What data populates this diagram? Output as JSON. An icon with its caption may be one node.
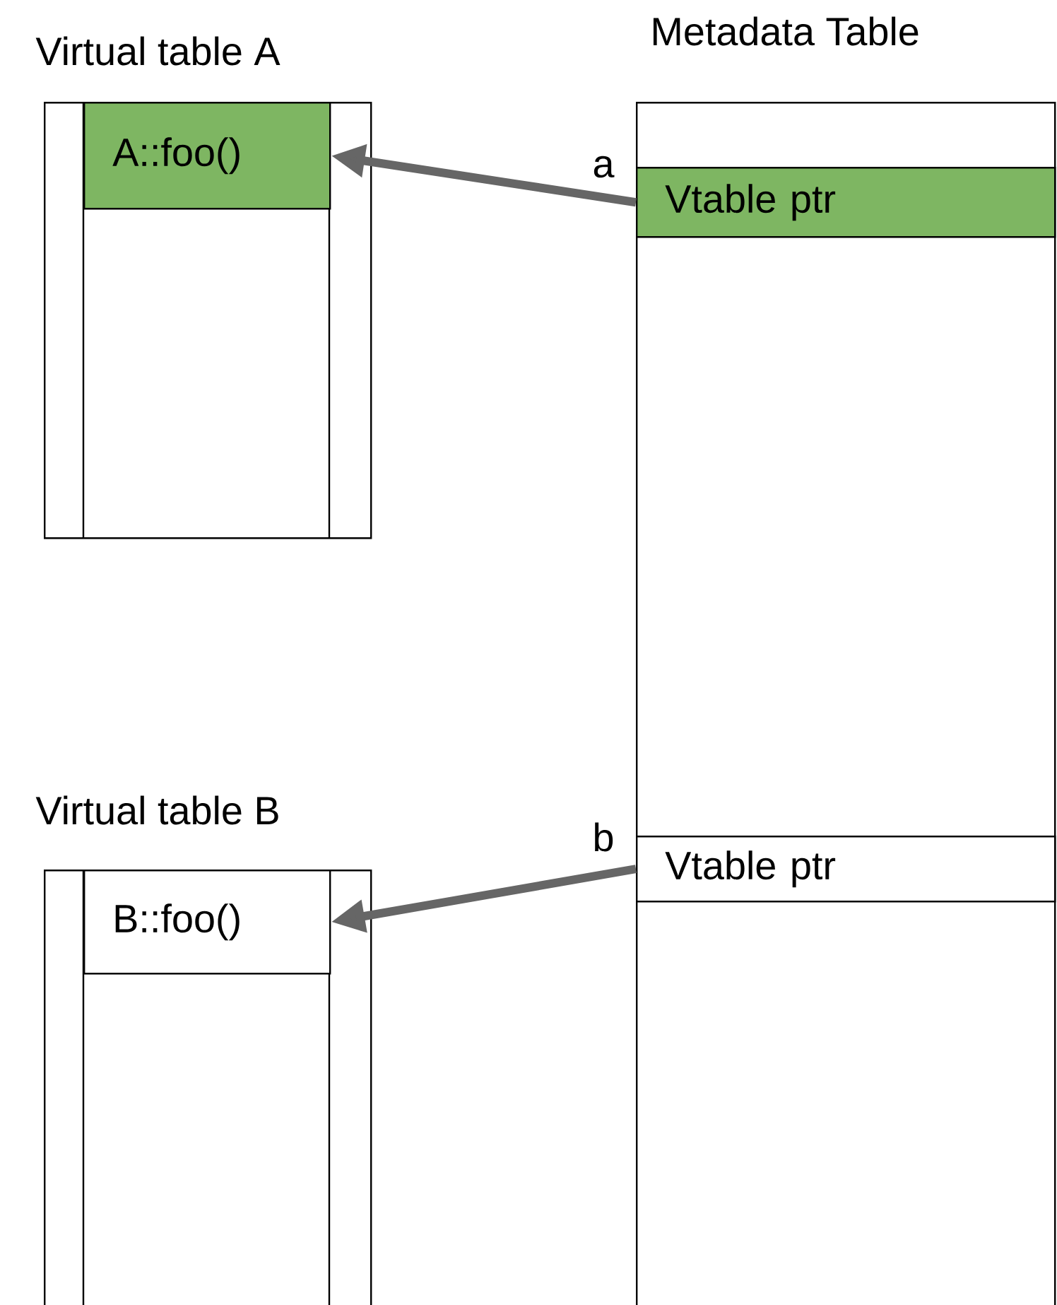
{
  "diagram": {
    "nodes": [
      {
        "text": [
          "Virtual table A"
        ]
      },
      {
        "text": [
          "A::foo()"
        ],
        "in": 0
      },
      {
        "text": [
          "Virtual table B"
        ]
      },
      {
        "text": [
          "B::foo()"
        ],
        "in": 2
      },
      {
        "text": [
          "Metadata Table"
        ]
      },
      {
        "text": [
          "Vtable ptr"
        ],
        "in": 4
      },
      {
        "text": [
          "Vtable ptr"
        ],
        "in": 4
      }
    ],
    "edges": [
      {
        "from": 5,
        "to": 1,
        "arrow": "to",
        "label": "a"
      },
      {
        "from": 6,
        "to": 3,
        "arrow": "to",
        "label": "b"
      }
    ]
  }
}
